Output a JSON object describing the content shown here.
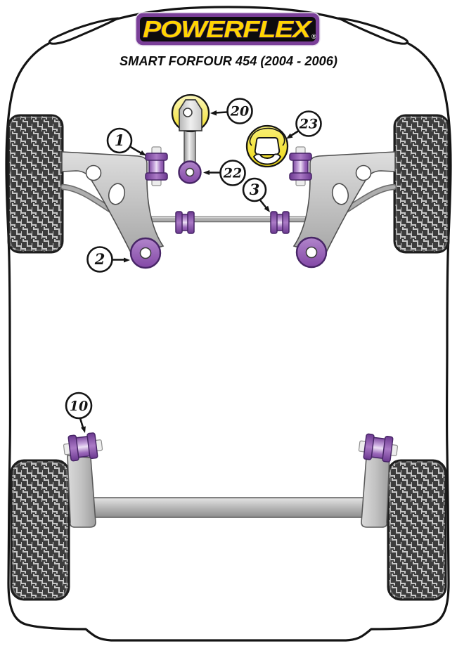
{
  "header": {
    "brand": "POWERFLEX",
    "registered_mark": "®",
    "subtitle": "SMART FORFOUR 454 (2004 - 2006)"
  },
  "callouts": [
    {
      "label": "1"
    },
    {
      "label": "20"
    },
    {
      "label": "23"
    },
    {
      "label": "22"
    },
    {
      "label": "3"
    },
    {
      "label": "2"
    },
    {
      "label": "10"
    }
  ],
  "colors": {
    "brand_purple": "#7a3f98",
    "brand_yellow": "#ffd500",
    "logo_bg": "#0c0c0c",
    "bush_purple": "#9455b3",
    "bush_outline": "#472566",
    "part_yellow": "#f3df25",
    "metal_gray": "#bfbfbf",
    "tire_dark": "#3d3d3d",
    "tread_light": "#c7c7c7",
    "line_black": "#141414"
  }
}
